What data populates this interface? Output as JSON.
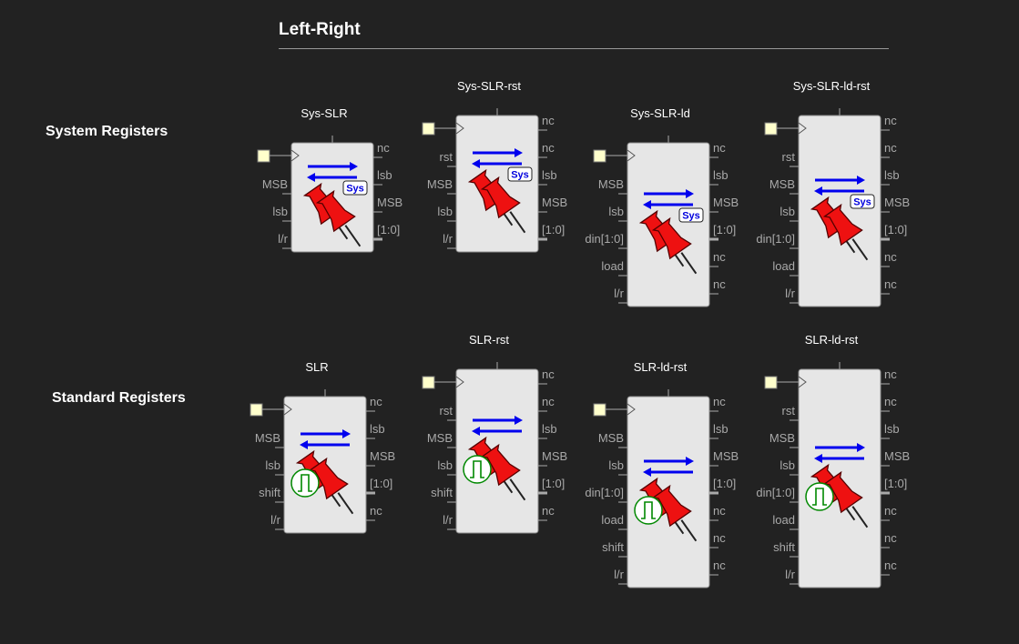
{
  "section_title": "Left-Right",
  "rows": [
    {
      "label": "System Registers",
      "components": [
        {
          "title": "Sys-SLR",
          "badge": "Sys",
          "clock": true,
          "left_pins": [
            "MSB",
            "lsb",
            "l/r"
          ],
          "right_pins": [
            "nc",
            "lsb",
            "MSB",
            "[1:0]"
          ]
        },
        {
          "title": "Sys-SLR-rst",
          "badge": "Sys",
          "clock": true,
          "left_pins": [
            "rst",
            "MSB",
            "lsb",
            "l/r"
          ],
          "right_pins": [
            "nc",
            "nc",
            "lsb",
            "MSB",
            "[1:0]"
          ]
        },
        {
          "title": "Sys-SLR-ld",
          "badge": "Sys",
          "clock": true,
          "left_pins": [
            "MSB",
            "lsb",
            "din[1:0]",
            "load",
            "l/r"
          ],
          "right_pins": [
            "nc",
            "lsb",
            "MSB",
            "[1:0]",
            "nc",
            "nc"
          ]
        },
        {
          "title": "Sys-SLR-ld-rst",
          "badge": "Sys",
          "clock": true,
          "left_pins": [
            "rst",
            "MSB",
            "lsb",
            "din[1:0]",
            "load",
            "l/r"
          ],
          "right_pins": [
            "nc",
            "nc",
            "lsb",
            "MSB",
            "[1:0]",
            "nc",
            "nc"
          ]
        }
      ]
    },
    {
      "label": "Standard Registers",
      "components": [
        {
          "title": "SLR",
          "badge": "",
          "clock": true,
          "left_pins": [
            "MSB",
            "lsb",
            "shift",
            "l/r"
          ],
          "right_pins": [
            "nc",
            "lsb",
            "MSB",
            "[1:0]",
            "nc"
          ]
        },
        {
          "title": "SLR-rst",
          "badge": "",
          "clock": true,
          "left_pins": [
            "rst",
            "MSB",
            "lsb",
            "shift",
            "l/r"
          ],
          "right_pins": [
            "nc",
            "nc",
            "lsb",
            "MSB",
            "[1:0]",
            "nc"
          ]
        },
        {
          "title": "SLR-ld-rst",
          "badge": "",
          "clock": true,
          "left_pins": [
            "MSB",
            "lsb",
            "din[1:0]",
            "load",
            "shift",
            "l/r"
          ],
          "right_pins": [
            "nc",
            "lsb",
            "MSB",
            "[1:0]",
            "nc",
            "nc",
            "nc"
          ]
        },
        {
          "title": "SLR-ld-rst",
          "badge": "",
          "clock": true,
          "left_pins": [
            "rst",
            "MSB",
            "lsb",
            "din[1:0]",
            "load",
            "shift",
            "l/r"
          ],
          "right_pins": [
            "nc",
            "nc",
            "lsb",
            "MSB",
            "[1:0]",
            "nc",
            "nc",
            "nc"
          ]
        }
      ]
    }
  ],
  "colors": {
    "background": "#222222",
    "body": "#e6e6e6",
    "arrow": "#0000ee",
    "pin_red": "#ee1111",
    "pulse_green": "#008800",
    "clock_box": "#ffffcc"
  },
  "icons": [
    "shift-arrows-icon",
    "pushpin-icon",
    "sys-badge-icon",
    "pulse-icon",
    "clock-input-icon"
  ]
}
